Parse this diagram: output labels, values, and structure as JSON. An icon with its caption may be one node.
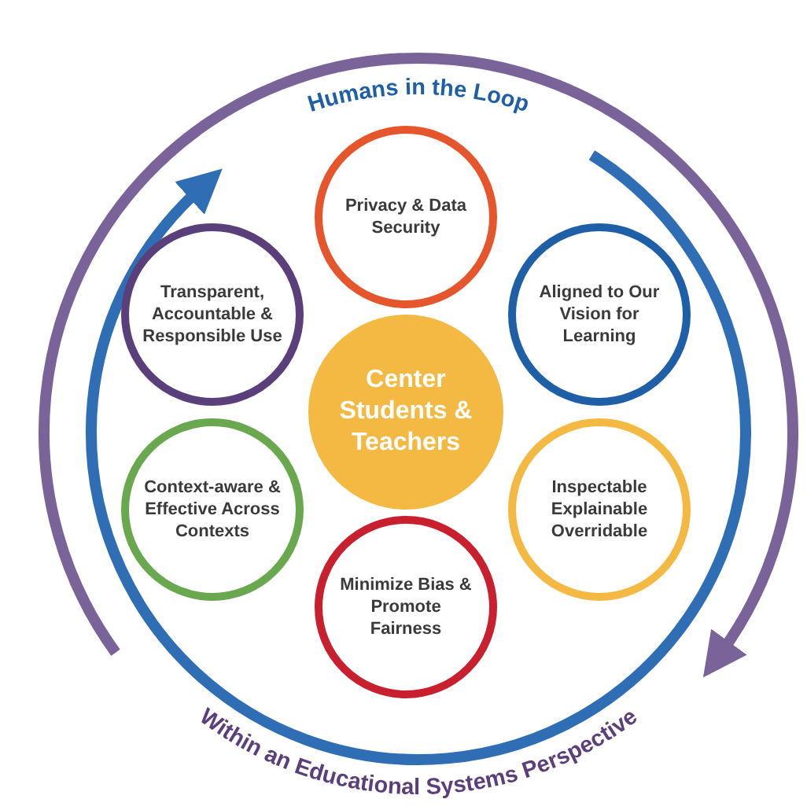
{
  "diagram": {
    "nodes": [
      {
        "text": [
          "Center Students & Teachers"
        ]
      },
      {
        "text": [
          "Privacy & Data Security"
        ]
      },
      {
        "text": [
          "Aligned to Our Vision for Learning"
        ]
      },
      {
        "text": [
          "Inspectable Explainable Overridable"
        ]
      },
      {
        "text": [
          "Minimize Bias & Promote Fairness"
        ]
      },
      {
        "text": [
          "Context-aware & Effective Across Contexts"
        ]
      },
      {
        "text": [
          "Transparent, Accountable & Responsible Use"
        ]
      }
    ],
    "labels": [
      "Humans in the Loop",
      "Within an Educational Systems Perspective"
    ]
  }
}
